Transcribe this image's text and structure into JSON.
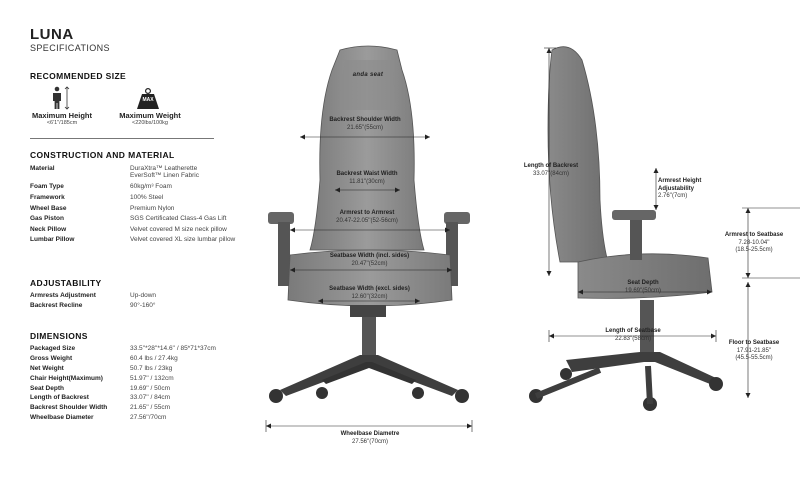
{
  "header": {
    "title": "LUNA",
    "subtitle": "SPECIFICATIONS"
  },
  "recommended": {
    "heading": "RECOMMENDED SIZE",
    "height_label": "Maximum Height",
    "height_value": "<6'1\"/185cm",
    "weight_label": "Maximum Weight",
    "weight_value": "<220lbs/100kg",
    "weight_badge": "MAX"
  },
  "construction": {
    "heading": "CONSTRUCTION AND MATERIAL",
    "rows": [
      {
        "k": "Material",
        "v": "DuraXtra™ Leatherette",
        "v2": "EverSoft™ Linen Fabric"
      },
      {
        "k": "Foam Type",
        "v": "60kg/m³ Foam"
      },
      {
        "k": "Framework",
        "v": "100% Steel"
      },
      {
        "k": "Wheel Base",
        "v": "Premium Nylon"
      },
      {
        "k": "Gas Piston",
        "v": "SGS Certificated Class-4 Gas Lift"
      },
      {
        "k": "Neck Pillow",
        "v": "Velvet covered M size neck pillow"
      },
      {
        "k": "Lumbar Pillow",
        "v": "Velvet covered XL size lumbar pillow"
      }
    ]
  },
  "adjustability": {
    "heading": "ADJUSTABILITY",
    "rows": [
      {
        "k": "Armrests Adjustment",
        "v": "Up-down"
      },
      {
        "k": "Backrest Recline",
        "v": "90°-160°"
      }
    ]
  },
  "dimensions": {
    "heading": "DIMENSIONS",
    "rows": [
      {
        "k": "Packaged Size",
        "v": "33.5''*28''*14.6'' / 85*71*37cm"
      },
      {
        "k": "Gross Weight",
        "v": "60.4 lbs / 27.4kg"
      },
      {
        "k": "Net Weight",
        "v": "50.7 lbs / 23kg"
      },
      {
        "k": "Chair Height(Maximum)",
        "v": "51.97'' / 132cm"
      },
      {
        "k": "Seat Depth",
        "v": "19.69'' / 50cm"
      },
      {
        "k": "Length of Backrest",
        "v": "33.07'' / 84cm"
      },
      {
        "k": "Backrest Shoulder Width",
        "v": "21.65'' / 55cm"
      },
      {
        "k": "Wheelbase Diameter",
        "v": "27.56''/70cm"
      }
    ]
  },
  "front": {
    "logo": "anda seat",
    "shoulder": {
      "label": "Backrest Shoulder Width",
      "value": "21.65''(55cm)"
    },
    "waist": {
      "label": "Backrest Waist Width",
      "value": "11.81''(30cm)"
    },
    "armrest": {
      "label": "Armrest to Armrest",
      "value": "20.47-22.05''(52-56cm)"
    },
    "seat_incl": {
      "label": "Seatbase Width (incl. sides)",
      "value": "20.47''(52cm)"
    },
    "seat_excl": {
      "label": "Seatbase Width (excl. sides)",
      "value": "12.60''(32cm)"
    },
    "wheelbase": {
      "label": "Wheelbase Diametre",
      "value": "27.56''(70cm)"
    }
  },
  "side": {
    "backrest_length": {
      "label": "Length of Backrest",
      "value": "33.07''(84cm)"
    },
    "armrest_height": {
      "label": "Armrest Height",
      "label2": "Adjustability",
      "value": "2.76''(7cm)"
    },
    "armrest_seat": {
      "label": "Armrest to Seatbase",
      "value": "7.28-10.04''",
      "value2": "(18.5-25.5cm)"
    },
    "seat_depth": {
      "label": "Seat Depth",
      "value": "19.69''(50cm)"
    },
    "seat_length": {
      "label": "Length of Seatbase",
      "value": "22.83''(58cm)"
    },
    "floor_seat": {
      "label": "Floor to Seatbase",
      "value": "17.91-21.85''",
      "value2": "(45.5-55.5cm)"
    }
  }
}
